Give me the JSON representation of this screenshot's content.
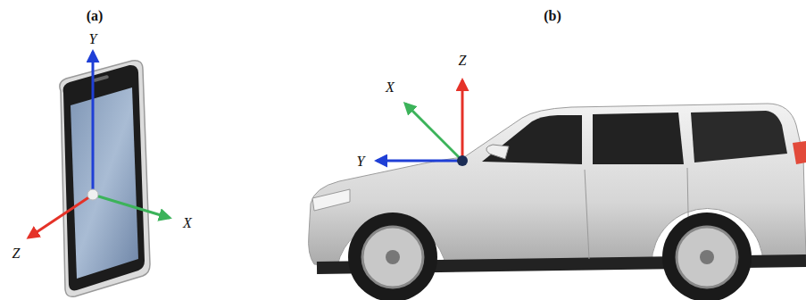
{
  "diagram": {
    "labels": [
      "(a)",
      "(b)",
      "Y",
      "X",
      "Z",
      "Z",
      "X",
      "Y"
    ]
  }
}
